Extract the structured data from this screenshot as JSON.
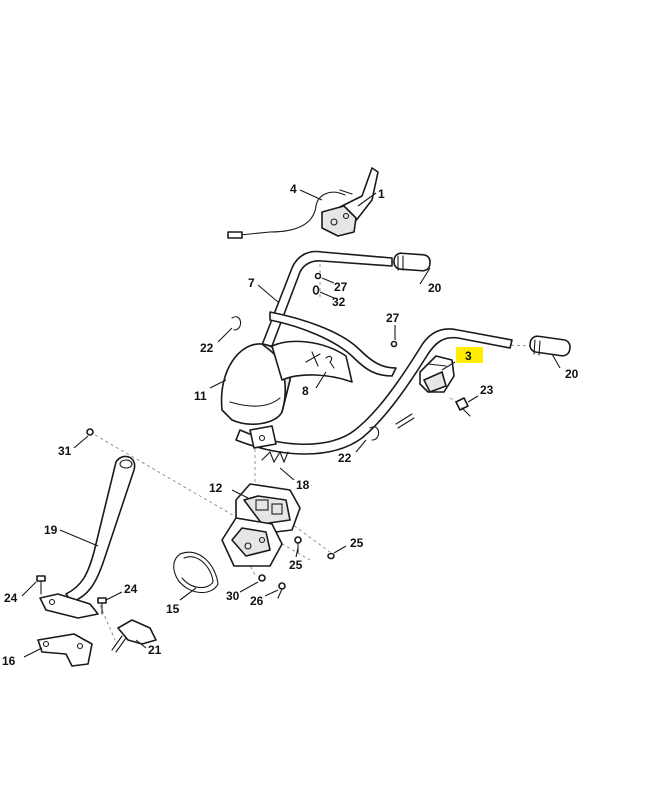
{
  "diagram": {
    "highlight_color": "#ffec00",
    "callouts": {
      "c1": "1",
      "c3": "3",
      "c4": "4",
      "c7": "7",
      "c8": "8",
      "c11": "11",
      "c12": "12",
      "c15": "15",
      "c16": "16",
      "c18": "18",
      "c19": "19",
      "c20a": "20",
      "c20b": "20",
      "c21": "21",
      "c22a": "22",
      "c22b": "22",
      "c23": "23",
      "c24a": "24",
      "c24b": "24",
      "c25a": "25",
      "c25b": "25",
      "c26": "26",
      "c27a": "27",
      "c27b": "27",
      "c30": "30",
      "c31": "31",
      "c32": "32"
    }
  }
}
